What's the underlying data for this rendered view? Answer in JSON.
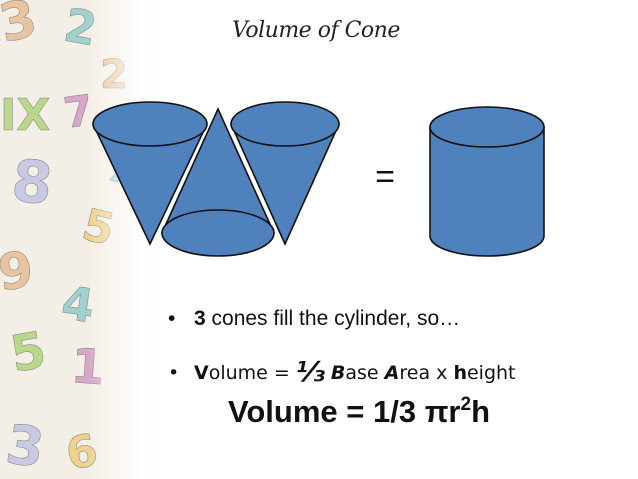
{
  "slide": {
    "title": "Volume of Cone",
    "equals_sign": "=",
    "bullet_symbol": "•",
    "bullet1": {
      "bold_number": "3",
      "rest": " cones fill the cylinder, so…"
    },
    "bullet2": {
      "v_bold": "V",
      "v_rest": "olume = ",
      "fraction": "⅓",
      "b_bold": "B",
      "b_rest": "ase ",
      "a_bold": "A",
      "a_rest": "rea x ",
      "h_bold": "h",
      "h_rest": "eight"
    },
    "formula": {
      "main": "Volume = 1/3 πr",
      "exponent": "2",
      "tail": "h"
    }
  },
  "decor": {
    "numbers": [
      "3",
      "2",
      "IX",
      "7",
      "8",
      "5",
      "9",
      "4",
      "5",
      "1",
      "3",
      "6",
      "2",
      "7"
    ]
  },
  "colors": {
    "shape_fill": "#4f81bd",
    "shape_stroke": "#111111",
    "numbers_palette": [
      "#e8c5a0",
      "#9fd1cf",
      "#b9d88a",
      "#d8a6c8",
      "#c9c9e6",
      "#f0d28c"
    ]
  }
}
